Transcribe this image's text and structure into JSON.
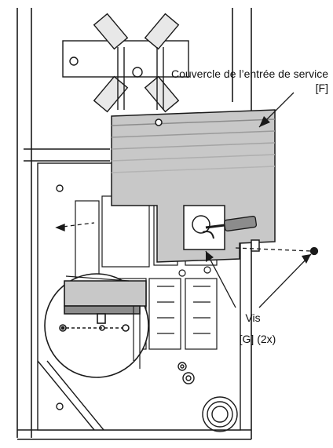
{
  "labels": {
    "cover_title": "Couvercle de l’entrée de service",
    "cover_ref": "[F]",
    "screw_title": "Vis",
    "screw_ref": "[G] (2x)"
  },
  "colors": {
    "line": "#1a1a1a",
    "cover_fill": "#c8c8c8",
    "cover_dark": "#8c8c8c",
    "panel_fill": "#ffffff",
    "shade": "#e0e0e0"
  }
}
